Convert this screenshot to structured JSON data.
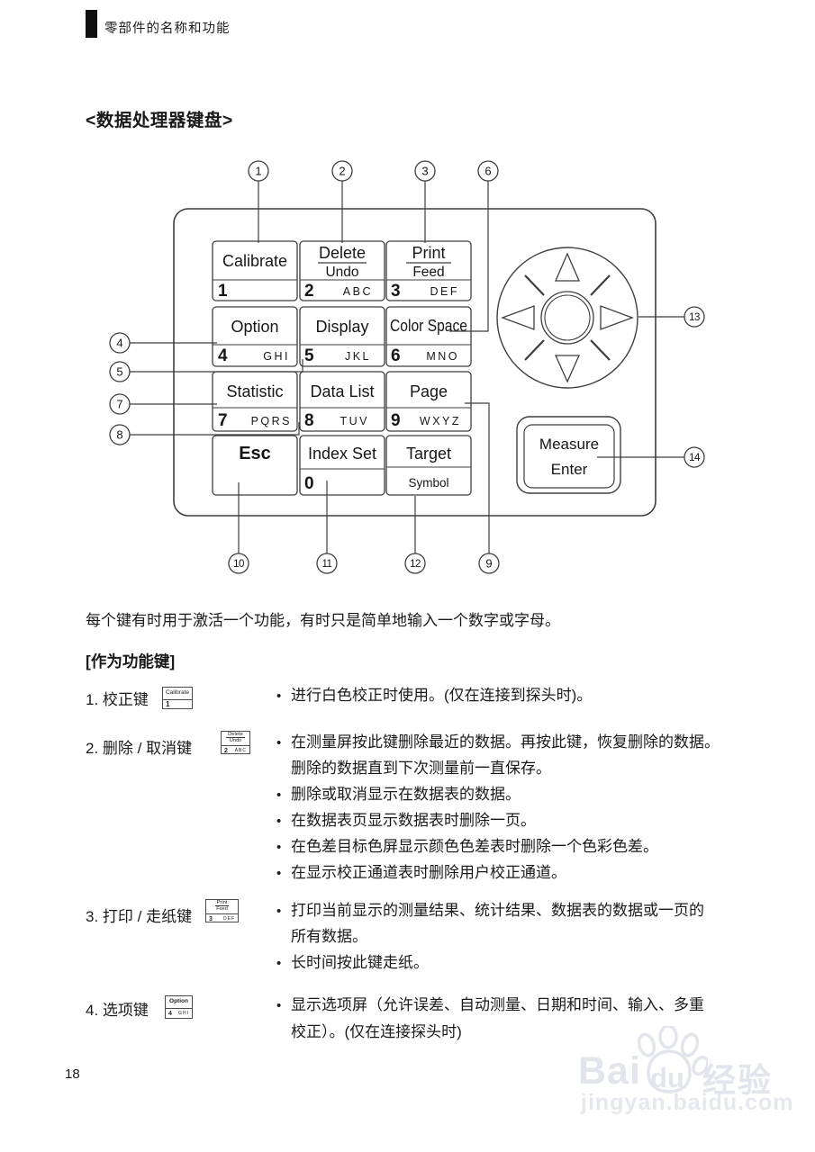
{
  "page": {
    "header": "零部件的名称和功能",
    "title": "<数据处理器键盘>",
    "intro": "每个键有时用于激活一个功能，有时只是简单地输入一个数字或字母。",
    "section_title": "[作为功能键]",
    "page_number": "18"
  },
  "keypad": {
    "calibrate": {
      "label": "Calibrate",
      "num": "1"
    },
    "delete": {
      "top": "Delete",
      "sub": "Undo",
      "num": "2",
      "letters": "ABC"
    },
    "print": {
      "top": "Print",
      "sub": "Feed",
      "num": "3",
      "letters": "DEF"
    },
    "option": {
      "label": "Option",
      "num": "4",
      "letters": "GHI"
    },
    "display": {
      "label": "Display",
      "num": "5",
      "letters": "JKL"
    },
    "colorspace": {
      "label": "Color Space",
      "num": "6",
      "letters": "MNO"
    },
    "statistic": {
      "label": "Statistic",
      "num": "7",
      "letters": "PQRS"
    },
    "datalist": {
      "label": "Data List",
      "num": "8",
      "letters": "TUV"
    },
    "page": {
      "label": "Page",
      "num": "9",
      "letters": "WXYZ"
    },
    "esc": {
      "label": "Esc"
    },
    "indexset": {
      "label": "Index Set",
      "num": "0"
    },
    "target": {
      "label": "Target",
      "sub": "Symbol"
    },
    "measure": {
      "line1": "Measure",
      "line2": "Enter"
    },
    "callouts": {
      "n1": "1",
      "n2": "2",
      "n3": "3",
      "n6": "6",
      "n4": "4",
      "n5": "5",
      "n7": "7",
      "n8": "8",
      "n13": "13",
      "n14": "14",
      "n10": "10",
      "n11": "11",
      "n12": "12",
      "n9": "9"
    }
  },
  "items": [
    {
      "label": "1. 校正键",
      "icon": {
        "top": "Calibrate",
        "num": "1"
      },
      "lines": [
        {
          "m": "•",
          "t": "进行白色校正时使用。(仅在连接到探头时)。"
        }
      ]
    },
    {
      "label": "2. 删除 / 取消键",
      "icon": {
        "top": "Delete",
        "sub": "Undo",
        "num": "2",
        "letters": "ABC"
      },
      "lines": [
        {
          "m": "•",
          "t": "在测量屏按此键删除最近的数据。再按此键，恢复删除的数据。"
        },
        {
          "m": "",
          "t": "删除的数据直到下次测量前一直保存。"
        },
        {
          "m": "•",
          "t": "删除或取消显示在数据表的数据。"
        },
        {
          "m": "•",
          "t": "在数据表页显示数据表时删除一页。"
        },
        {
          "m": "•",
          "t": "在色差目标色屏显示颜色色差表时删除一个色彩色差。"
        },
        {
          "m": "•",
          "t": "在显示校正通道表时删除用户校正通道。"
        }
      ]
    },
    {
      "label": "3. 打印 / 走纸键",
      "icon": {
        "top": "Print",
        "sub": "Feed",
        "num": "3",
        "letters": "DEF"
      },
      "lines": [
        {
          "m": "•",
          "t": "打印当前显示的测量结果、统计结果、数据表的数据或一页的"
        },
        {
          "m": "",
          "t": "所有数据。"
        },
        {
          "m": "•",
          "t": "长时间按此键走纸。"
        }
      ]
    },
    {
      "label": "4. 选项键",
      "icon": {
        "top": "Option",
        "num": "4",
        "letters": "GHI"
      },
      "lines": [
        {
          "m": "•",
          "t": "显示选项屏（允许误差、自动测量、日期和时间、输入、多重"
        },
        {
          "m": "",
          "t": "校正）。(仅在连接探头时)"
        }
      ]
    }
  ],
  "watermark": {
    "bai": "Bai",
    "du": "du",
    "jingyan": "经验",
    "url": "jingyan.baidu.com"
  }
}
